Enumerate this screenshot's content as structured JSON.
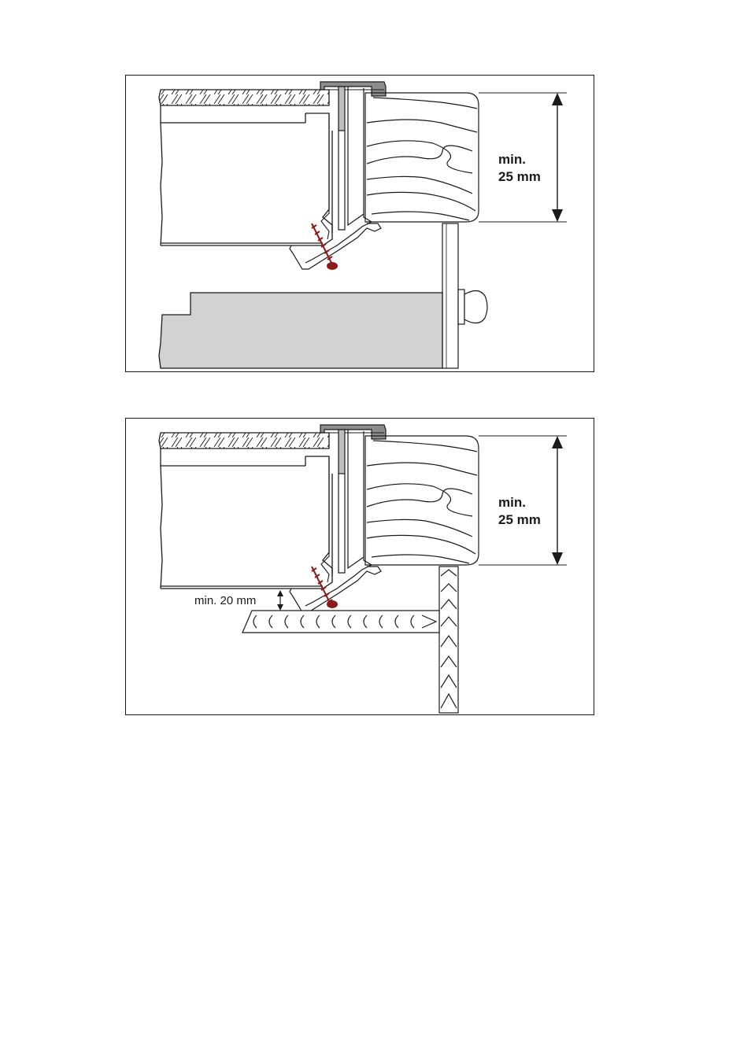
{
  "figure_top": {
    "dimension_label_line1": "min.",
    "dimension_label_line2": "25 mm"
  },
  "figure_bottom": {
    "dimension_label_line1": "min.",
    "dimension_label_line2": "25 mm",
    "gap_label": "min. 20 mm"
  },
  "colors": {
    "line": "#1a1a1a",
    "drawer_fill": "#d2d2d2",
    "seal_fill": "#8c8c8c",
    "screw": "#8b1a1a"
  }
}
